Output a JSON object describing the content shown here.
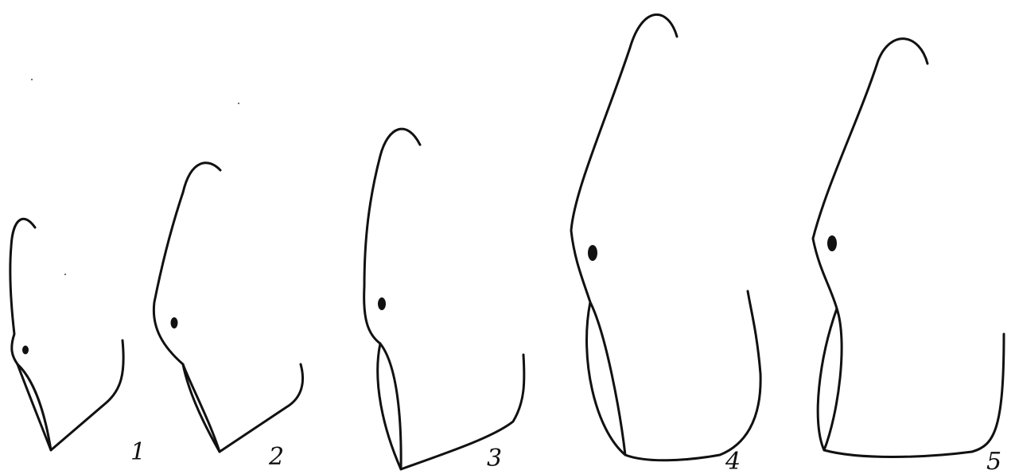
{
  "figure": {
    "profiles": [
      {
        "label": "1"
      },
      {
        "label": "2"
      },
      {
        "label": "3"
      },
      {
        "label": "4"
      },
      {
        "label": "5"
      }
    ]
  },
  "colors": {
    "ink": "#111111",
    "paper": "#ffffff"
  }
}
